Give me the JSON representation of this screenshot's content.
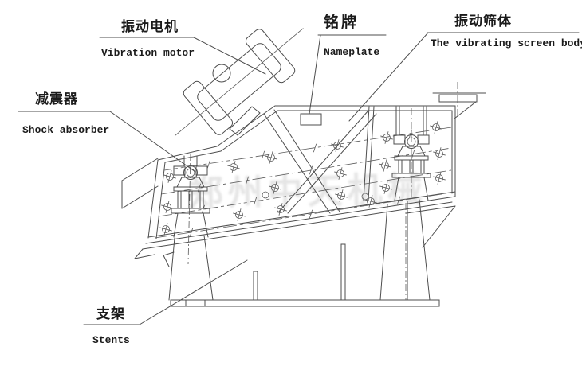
{
  "labels": {
    "vibration_motor": {
      "cn": "振动电机",
      "en": "Vibration motor"
    },
    "nameplate": {
      "cn": "铭牌",
      "en": "Nameplate"
    },
    "screen_body": {
      "cn": "振动筛体",
      "en": "The vibrating screen body"
    },
    "shock_absorber": {
      "cn": "减震器",
      "en": "Shock absorber"
    },
    "stents": {
      "cn": "支架",
      "en": "Stents"
    }
  },
  "watermark": "郑州中天机械",
  "colors": {
    "background": "#ffffff",
    "line": "#4d4d4d",
    "label_text": "#1b1b1b",
    "watermark": "#c6c6c6"
  }
}
